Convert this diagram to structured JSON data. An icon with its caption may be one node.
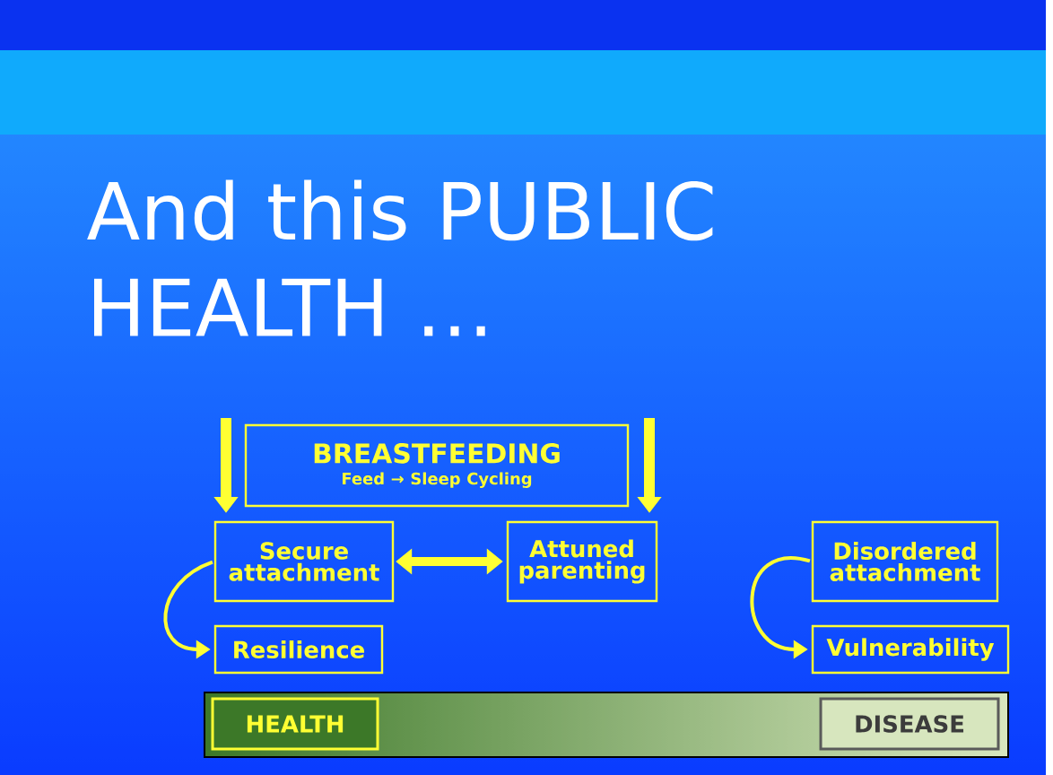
{
  "diagram": {
    "title": "And this PUBLIC HEALTH …",
    "nodes": [
      {
        "text": [
          "BREASTFEEDING",
          "Feed → Sleep Cycling"
        ]
      },
      {
        "text": [
          "Secure attachment"
        ]
      },
      {
        "text": [
          "Attuned parenting"
        ]
      },
      {
        "text": [
          "Disordered attachment"
        ]
      },
      {
        "text": [
          "Resilience"
        ]
      },
      {
        "text": [
          "Vulnerability"
        ]
      },
      {
        "text": [],
        "shape": "bar"
      },
      {
        "text": [
          "HEALTH"
        ],
        "in": 6
      },
      {
        "text": [
          "DISEASE"
        ],
        "in": 6
      }
    ],
    "edges": [
      {
        "from": null,
        "to": 1,
        "arrow": "to"
      },
      {
        "from": null,
        "to": 2,
        "arrow": "to"
      },
      {
        "from": 1,
        "to": 2,
        "arrow": "both"
      },
      {
        "from": 1,
        "to": 4,
        "arrow": "to"
      },
      {
        "from": 3,
        "to": 5,
        "arrow": "to"
      }
    ]
  }
}
